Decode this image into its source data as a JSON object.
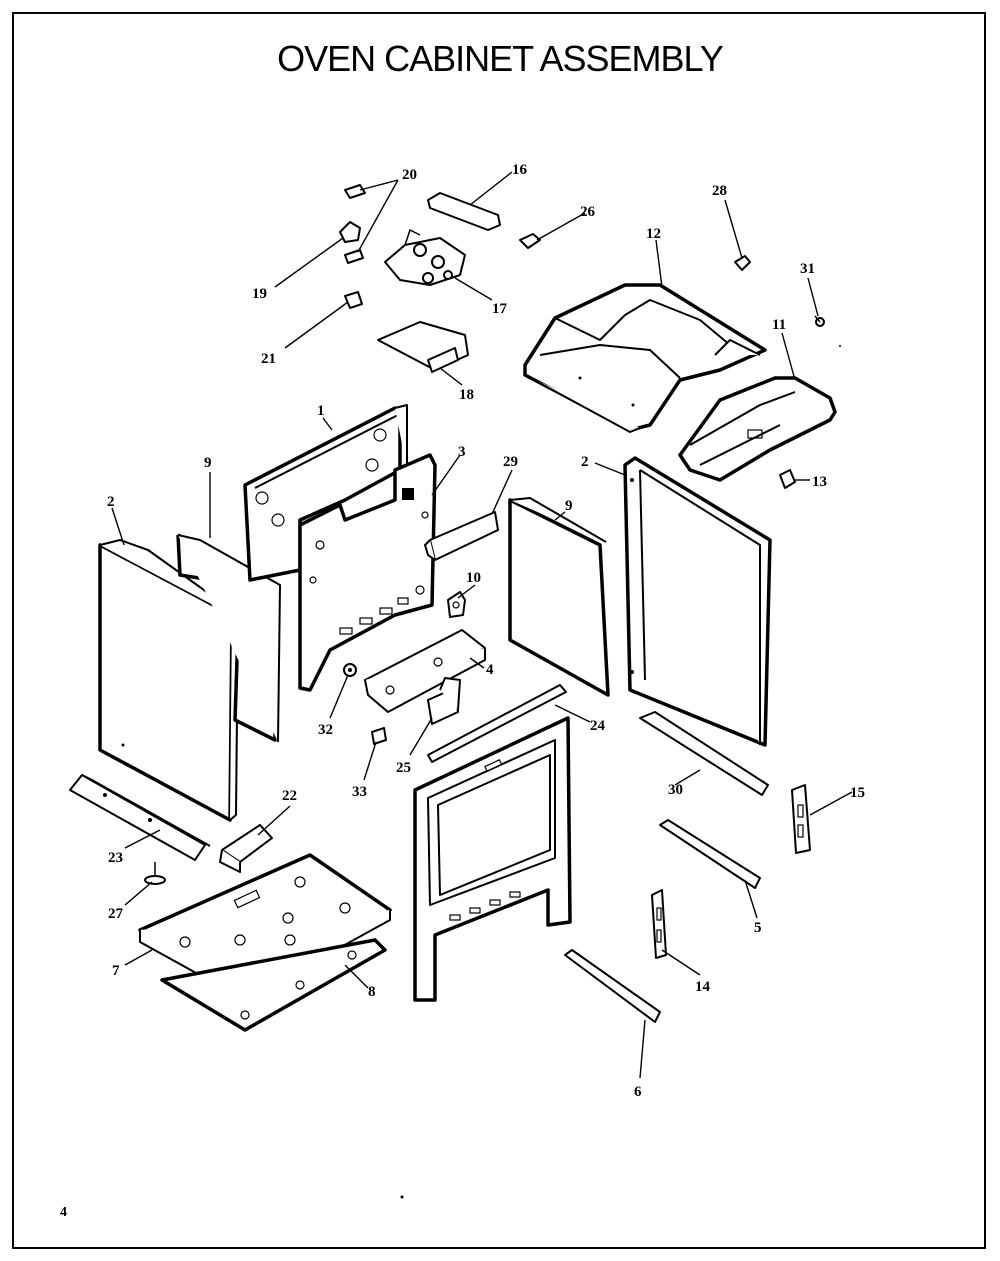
{
  "title": "OVEN CABINET ASSEMBLY",
  "page_number": "4",
  "callouts": {
    "c1": "1",
    "c2a": "2",
    "c2b": "2",
    "c3": "3",
    "c4": "4",
    "c5": "5",
    "c6": "6",
    "c7": "7",
    "c8": "8",
    "c9a": "9",
    "c9b": "9",
    "c10": "10",
    "c11": "11",
    "c12": "12",
    "c13": "13",
    "c14": "14",
    "c15": "15",
    "c16": "16",
    "c17": "17",
    "c18": "18",
    "c19": "19",
    "c20": "20",
    "c21": "21",
    "c22": "22",
    "c23": "23",
    "c24": "24",
    "c25": "25",
    "c26": "26",
    "c27": "27",
    "c28": "28",
    "c29": "29",
    "c30": "30",
    "c31": "31",
    "c32": "32",
    "c33": "33"
  }
}
